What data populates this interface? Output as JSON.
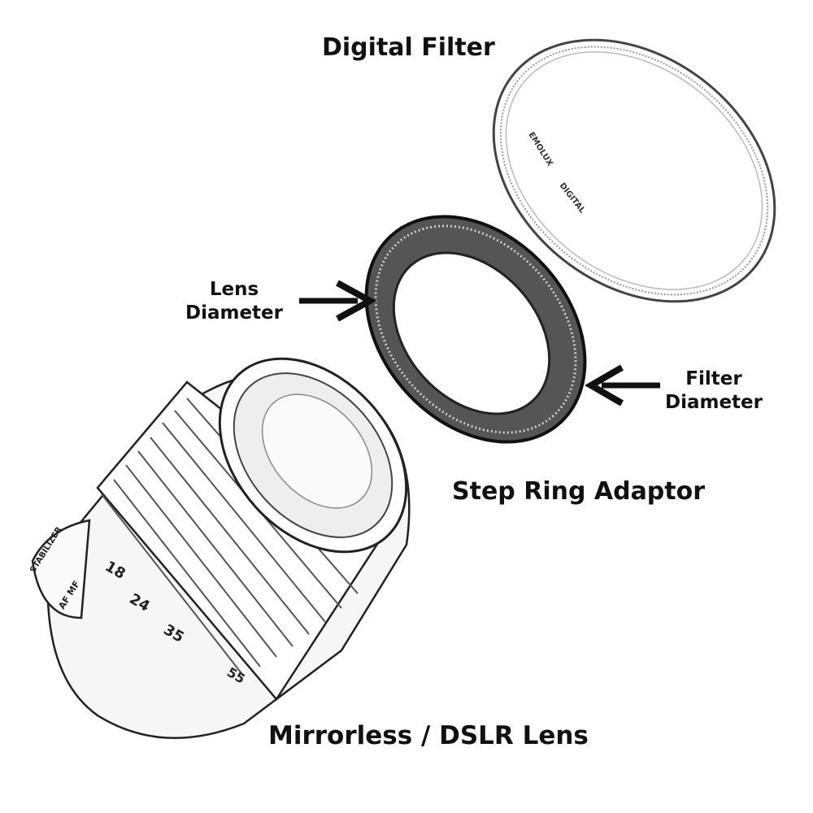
{
  "labels": {
    "digital_filter": "Digital Filter",
    "lens_diameter": [
      "Lens",
      "Diameter"
    ],
    "filter_diameter": [
      "Filter",
      "Diameter"
    ],
    "step_ring": "Step Ring Adaptor",
    "lens": "Mirrorless / DSLR Lens"
  },
  "filter_markings": [
    "EMOLUX",
    "DIGITAL"
  ],
  "lens_markings": [
    "18",
    "24",
    "35",
    "55",
    "STABILIZER",
    "AF",
    "MF"
  ],
  "colors": {
    "ink": "#111111",
    "background": "#ffffff"
  }
}
